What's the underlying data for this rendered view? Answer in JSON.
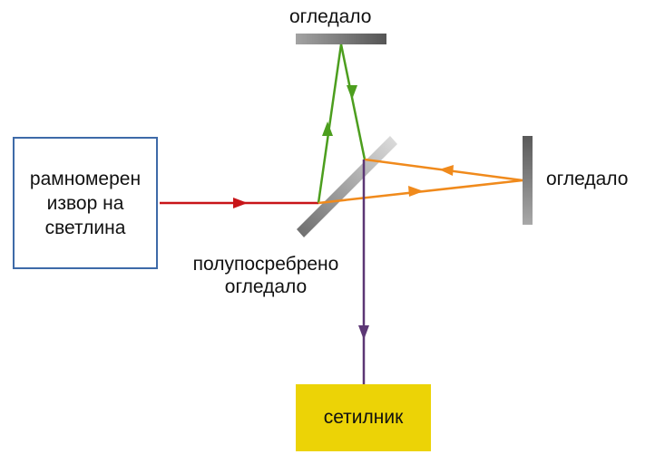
{
  "labels": {
    "mirror_top": "огледало",
    "mirror_right": "огледало",
    "splitter_line1": "полупосребрено",
    "splitter_line2": "огледало",
    "source_line1": "рамномерен",
    "source_line2": "извор на",
    "source_line3": "светлина",
    "detector": "сетилник"
  },
  "colors": {
    "source_beam": "#c81418",
    "arm_vertical": "#4c9e1e",
    "arm_horizontal": "#f08a1c",
    "output_beam": "#5c3775",
    "source_border": "#3e6aa8",
    "detector_fill": "#ecd306",
    "mirror": "#777777"
  }
}
